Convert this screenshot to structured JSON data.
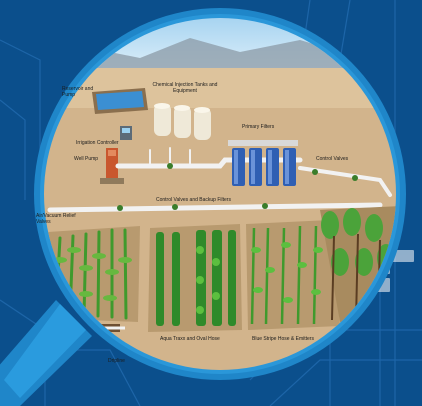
{
  "labels": {
    "reservoir": "Reservoir and Pump",
    "chemical": "Chemical Injection Tanks and Equipment",
    "irrigation_controller": "Irrigation Controller",
    "well_pump": "Well Pump",
    "primary_filters": "Primary Filters",
    "control_valves": "Control Valves",
    "control_valves_backup": "Control Valves and Backup Filters",
    "air_vacuum": "Air/Vacuum Relief Valves",
    "aqua_traxx": "Aqua Traxx and Oval Hose",
    "blue_stripe": "Blue Stripe Hose & Emitters",
    "dripline": "Dripline"
  },
  "colors": {
    "background": "#0b4f8c",
    "lens_ring": "#1f86c9",
    "ground": "#d2b48c",
    "pipe": "#f2f2f2",
    "filter": "#2f5fb3",
    "crop": "#3f9a2d",
    "accent_red": "#e01f2a"
  }
}
